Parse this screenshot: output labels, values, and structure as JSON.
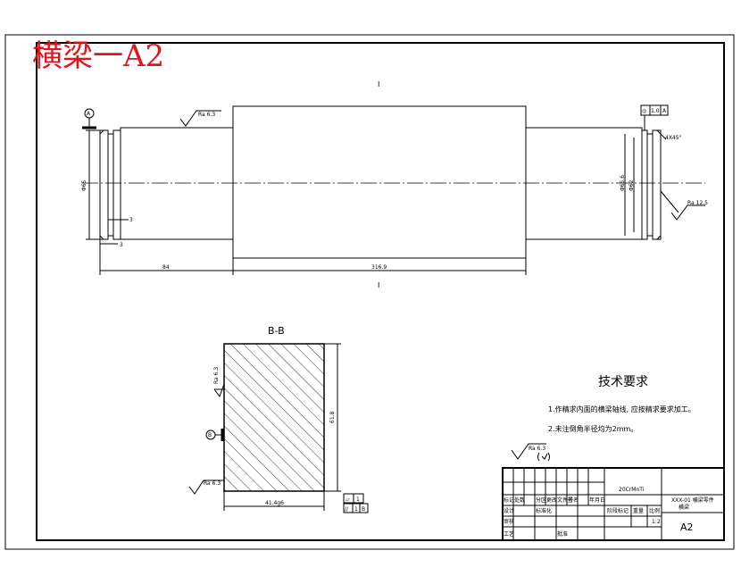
{
  "title_overlay": "横梁一A2",
  "view_label_top": "I",
  "view_label_bottom": "I",
  "datum_label": "A",
  "dims": {
    "left_dia": "Φ65",
    "right_dia_outer": "Φ65.6",
    "right_dia_inner": "Φ62",
    "gap_1": "3",
    "gap_2": "3",
    "len_left": "84",
    "len_total": "316.9",
    "chamfer": "4X45°"
  },
  "roughness": {
    "top_left": "Ra 6.3",
    "right": "Ra 12.5",
    "section_1": "Ra 6.3",
    "section_2": "Ra 6.3",
    "general": "Ra 6.3"
  },
  "tolerance_top": [
    "◎",
    "1.0",
    "A"
  ],
  "section": {
    "title": "B-B",
    "width_dim": "41.4g6",
    "height_dim": "61.8",
    "datum": "B"
  },
  "flatness": [
    [
      "▱",
      "1"
    ],
    [
      "//",
      "1",
      "B"
    ]
  ],
  "tech": {
    "heading": "技术要求",
    "lines": [
      "1.作精求内面的横梁轴线, 应按精求要求加工。",
      "2.未注倒角半径均为2mm。"
    ]
  },
  "title_block": {
    "material": "20CrMnTi",
    "part_name": "横梁",
    "drawing_no": "XXX-01 横梁零件",
    "scale": "1:2",
    "sheet": "A2",
    "rows": [
      "标记",
      "处数",
      "分区",
      "更改文件号",
      "签名",
      "年月日",
      "设计",
      "审核",
      "工艺",
      "标准化",
      "批准",
      "阶段标记",
      "重量",
      "比例"
    ]
  }
}
